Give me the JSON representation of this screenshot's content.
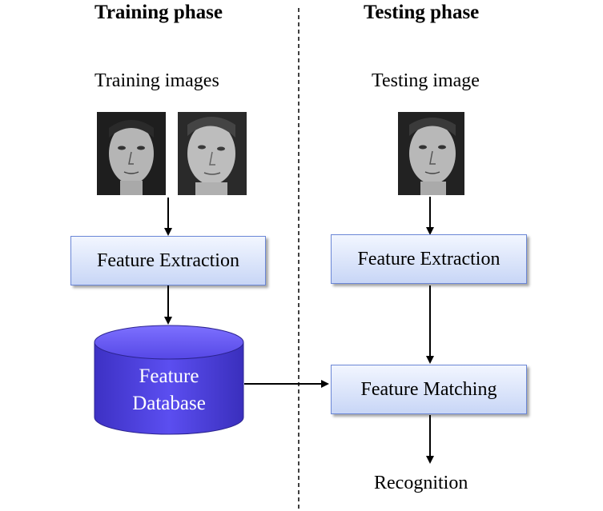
{
  "training": {
    "phase_title": "Training phase",
    "images_label": "Training images",
    "feature_extraction": "Feature Extraction",
    "database_line1": "Feature",
    "database_line2": "Database"
  },
  "testing": {
    "phase_title": "Testing phase",
    "image_label": "Testing image",
    "feature_extraction": "Feature Extraction",
    "feature_matching": "Feature Matching",
    "recognition": "Recognition"
  },
  "colors": {
    "box_border": "#6a86d6",
    "box_fill_top": "#f2f6ff",
    "box_fill_bottom": "#c8d6f6",
    "database_fill": "#4a3fd8",
    "database_top": "#6a5cf0"
  },
  "icons": [
    "face-photo",
    "arrow-down",
    "arrow-right",
    "database-cylinder"
  ]
}
